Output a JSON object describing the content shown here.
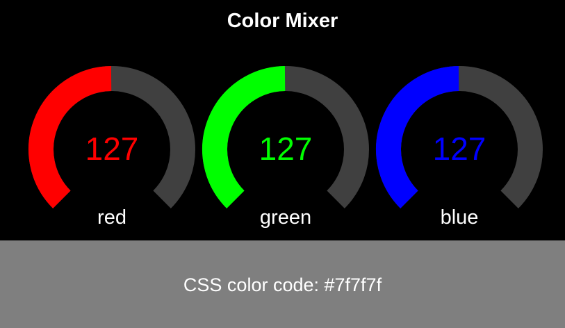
{
  "app": {
    "title": "Color Mixer"
  },
  "dials": [
    {
      "name": "red",
      "value": "127",
      "max": 255,
      "color": "#ff0000",
      "track_color": "#404040"
    },
    {
      "name": "green",
      "value": "127",
      "max": 255,
      "color": "#00ff00",
      "track_color": "#404040"
    },
    {
      "name": "blue",
      "value": "127",
      "max": 255,
      "color": "#0000ff",
      "track_color": "#404040"
    }
  ],
  "output": {
    "label": "CSS color code: #7f7f7f",
    "background": "#7f7f7f"
  }
}
